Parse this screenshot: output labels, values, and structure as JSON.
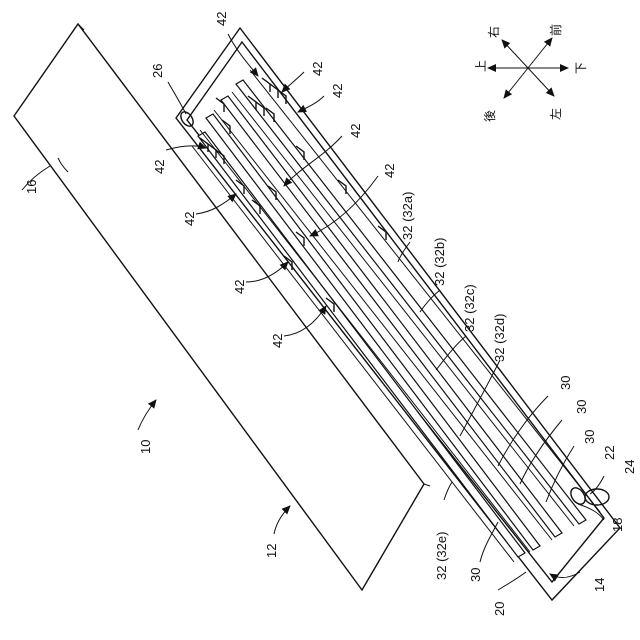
{
  "labels": {
    "figure_number": "10",
    "sheet_member": "12",
    "insulation_member": "16",
    "tray": "14",
    "tray_frame": "18",
    "tray_wall": "20",
    "inlet": "22",
    "nozzle": "24",
    "outlet": "26",
    "ribs": "30",
    "channel": "32",
    "channel_a": "32 (32a)",
    "channel_b": "32 (32b)",
    "channel_c": "32 (32c)",
    "channel_d": "32 (32d)",
    "channel_e": "32 (32e)",
    "protrusion": "42"
  },
  "compass": {
    "up": "上",
    "down": "下",
    "left": "左",
    "right": "右",
    "front": "前",
    "back": "後"
  }
}
